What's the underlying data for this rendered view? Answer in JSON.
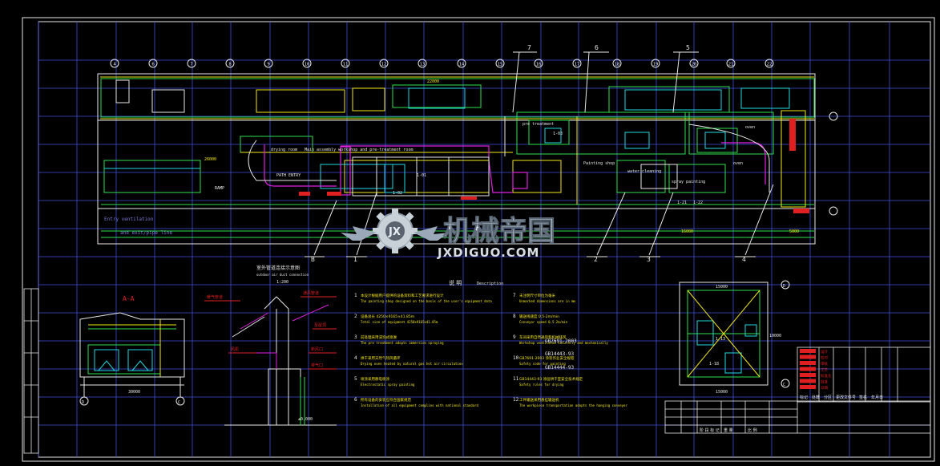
{
  "colors": {
    "background": "#000000",
    "frame": "#ffffff",
    "grid": "#3f4fd9",
    "green": "#2ee04a",
    "yellow": "#f2e619",
    "magenta": "#e020e0",
    "cyan": "#20d8e0",
    "red": "#e02020"
  },
  "top_axis_labels": [
    "4",
    "6",
    "7",
    "8",
    "9",
    "10",
    "11",
    "12",
    "13",
    "14",
    "15",
    "16",
    "17",
    "18",
    "19",
    "20",
    "21",
    "22"
  ],
  "callouts_top": [
    "7",
    "6",
    "5"
  ],
  "callouts_bottom": [
    "B",
    "1",
    "2",
    "3",
    "4"
  ],
  "plan": {
    "labels": {
      "main_area": "Main assembly workshop and pre-treatment room",
      "painting_shop": "Painting shop",
      "pre_treatment": "pre treatment",
      "oven": "oven",
      "oven2": "oven",
      "spraying": "spray painting",
      "water_cleaning": "water cleaning",
      "wash_1": "1-01",
      "wash_2": "1-02",
      "wash_3": "1-03",
      "booth_1": "1-21",
      "booth_2": "1-22",
      "drying_room": "drying room",
      "ramp": "RAMP",
      "entry": "PATH ENTRY",
      "pattern": "Entry ventilation",
      "and_exit": "and exit/pipe line",
      "dim_1": "22000",
      "dim_2": "26000",
      "dim_3": "16000",
      "dim_4": "5000"
    }
  },
  "watermark": {
    "brand": "机械帝国",
    "domain": "JXDIGUO.COM"
  },
  "section_aa": {
    "title": "A-A",
    "dim": "30000",
    "axis_left": "D",
    "axis_right": "C"
  },
  "detail": {
    "title": "室外管道连接示意图",
    "subtitle": "outdoor air duct connection",
    "scale": "1:200",
    "labels": [
      "暖气管道",
      "通风管道",
      "风机",
      "排气口",
      "新风口",
      "至屋顶"
    ],
    "elevation": "±0.000"
  },
  "notes": {
    "heading": "说 明",
    "heading_en": "Description",
    "items": [
      {
        "num": "1",
        "zh": "本设计根据用户提供的设备资料和工艺要求进行设计",
        "en": "The painting shop designed on the basis of the user's equipment data"
      },
      {
        "num": "2",
        "zh": "设备总长 4250×9165×41.85m",
        "en": "Total size of equipment 4250x9165x41.85m"
      },
      {
        "num": "3",
        "zh": "前处理采用浸泡式喷淋",
        "en": "The pre treatment adopts immersion spraying"
      },
      {
        "num": "4",
        "zh": "烘干采用天然气热风循环",
        "en": "Drying oven heated by natural gas hot air circulation"
      },
      {
        "num": "5",
        "zh": "喷涂采用静电喷涂",
        "en": "Electrostatic spray painting"
      },
      {
        "num": "6",
        "zh": "所有设备的安装应符合国家规范",
        "en": "Installation of all equipment complies with national standard"
      },
      {
        "num": "7",
        "zh": "未注明尺寸单位为毫米",
        "en": "Unmarked dimensions are in mm"
      },
      {
        "num": "8",
        "zh": "输送线速度 0.5-2m/min",
        "en": "Conveyor speed 0.5-2m/min"
      },
      {
        "num": "9",
        "zh": "车间采用自然通风和机械排风",
        "en": "Workshop ventilated naturally and mechanically"
      },
      {
        "num": "10",
        "zh": "GB7691-2003 涂装作业安全规程",
        "en": "Safety code for painting"
      },
      {
        "num": "11",
        "zh": "GB14443-93 涂层烘干室安全技术规定",
        "en": "Safety rules for drying"
      },
      {
        "num": "12",
        "zh": "工件输送采用悬挂输送机",
        "en": "The workpiece transportation adopts the hanging conveyor"
      }
    ],
    "std_1": "GB7691-2003",
    "std_2": "GB14443-93",
    "std_3": "GB14444-93"
  },
  "detail_right": {
    "top_dim": "15000",
    "side_dim": "10000",
    "bottom_dim": "15000",
    "axis_top": "D",
    "axis_bottom": "C",
    "label_1": "1-13",
    "label_2": "1-18"
  },
  "title_block": {
    "row_labels": [
      "设计",
      "校对",
      "审核",
      "工艺",
      "标准化",
      "批准",
      "日期"
    ],
    "footer": [
      "标记",
      "处数",
      "分区",
      "更改文件号",
      "签名",
      "年月日"
    ],
    "bottom_labels": [
      "阶 段 标 记",
      "重 量",
      "比 例"
    ]
  }
}
